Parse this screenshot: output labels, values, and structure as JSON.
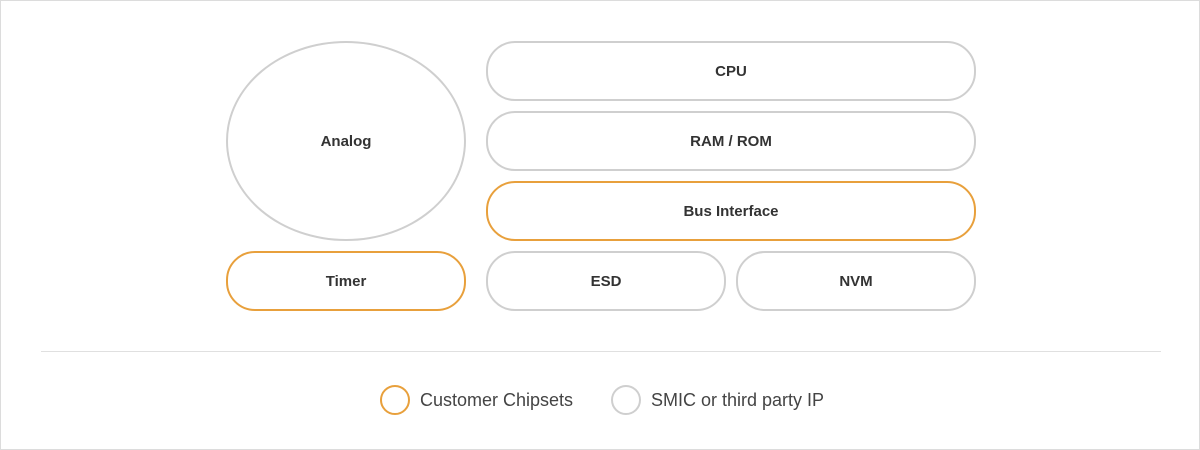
{
  "blocks": {
    "analog": "Analog",
    "cpu": "CPU",
    "ram_rom": "RAM / ROM",
    "bus_interface": "Bus Interface",
    "timer": "Timer",
    "esd": "ESD",
    "nvm": "NVM"
  },
  "legend": {
    "customer": "Customer Chipsets",
    "third_party": "SMIC or third party IP"
  },
  "colors": {
    "customer_border": "#e8a03c",
    "third_party_border": "#cfcfcf",
    "text": "#333333"
  }
}
